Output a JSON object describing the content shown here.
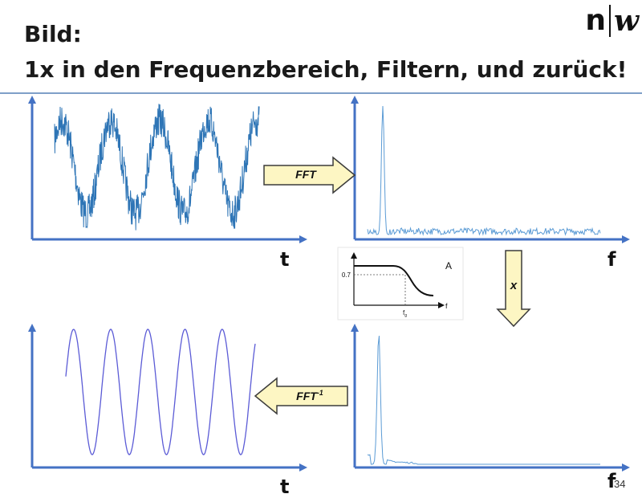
{
  "title": {
    "line1": "Bild:",
    "line2": "1x in den Frequenzbereich, Filtern, und zurück!"
  },
  "logo": {
    "left": "n",
    "right": "w"
  },
  "arrows": {
    "fft": "FFT",
    "ifft_base": "FFT",
    "ifft_sup": "-1",
    "multiply": "x"
  },
  "axis_labels": {
    "time_top": "t",
    "freq_top": "f",
    "time_bottom": "t",
    "freq_bottom": "f"
  },
  "filter_inset": {
    "level": "0.7",
    "amplitude": "A",
    "freq_axis": "f",
    "cutoff_base": "f",
    "cutoff_sub": "g"
  },
  "page_number": "34",
  "colors": {
    "signal": "#2e75b6",
    "filtered": "#5b5bd6",
    "axis": "#4472c4",
    "arrow_fill": "#fdf6c3",
    "arrow_stroke": "#3b3b3b",
    "rule": "#7f9fc8"
  }
}
